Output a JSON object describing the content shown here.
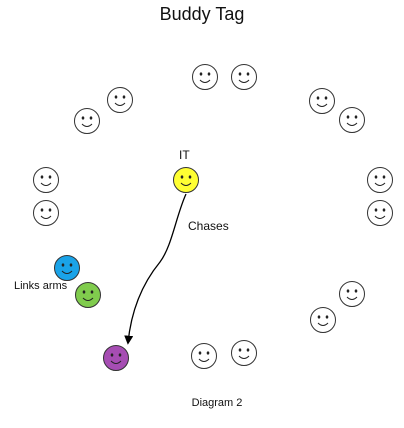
{
  "diagram": {
    "title": "Buddy Tag",
    "labels": {
      "it": "IT",
      "chases": "Chases",
      "links_arms": "Links arms"
    },
    "caption": "Diagram 2"
  },
  "colors": {
    "default_face": "#ffffff",
    "it_face": "#ffff33",
    "blue_face": "#1aa3e8",
    "green_face": "#80cc4d",
    "purple_face": "#a64db3",
    "outline": "#333333",
    "arrow": "#000000"
  },
  "icons": {
    "face": "smiley-face-icon",
    "arrow": "chase-arrow"
  }
}
